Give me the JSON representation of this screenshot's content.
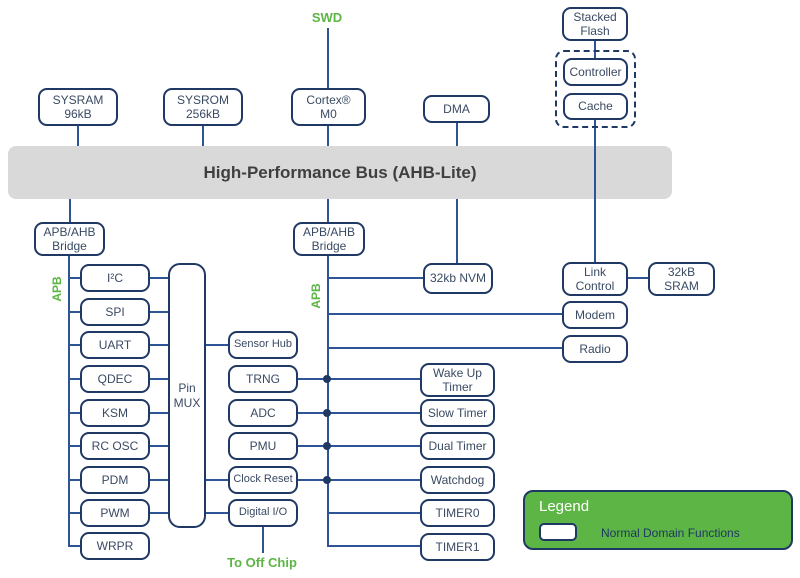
{
  "colors": {
    "accent_green": "#5cb544",
    "border_navy": "#1f3864",
    "line_blue": "#2e5496",
    "bus_fill": "#d9d9d9",
    "bus_text": "#3f3f3f"
  },
  "annotations": {
    "swd": "SWD",
    "apb_left": "APB",
    "apb_center": "APB",
    "to_off_chip": "To Off Chip"
  },
  "bus": {
    "label": "High-Performance Bus (AHB-Lite)"
  },
  "memory": {
    "sysram": "SYSRAM\n96kB",
    "sysrom": "SYSROM\n256kB"
  },
  "cpu": {
    "cortex": "Cortex®\nM0",
    "dma": "DMA"
  },
  "flash": {
    "stacked": "Stacked\nFlash",
    "controller": "Controller",
    "cache": "Cache"
  },
  "bridges": {
    "left": "APB/AHB\nBridge",
    "center": "APB/AHB\nBridge"
  },
  "radio_domain": {
    "nvm": "32kb NVM",
    "link_control": "Link\nControl",
    "sram": "32kB\nSRAM",
    "modem": "Modem",
    "radio": "Radio"
  },
  "apb_peripherals": {
    "i2c": "I²C",
    "spi": "SPI",
    "uart": "UART",
    "qdec": "QDEC",
    "ksm": "KSM",
    "rc_osc": "RC OSC",
    "pdm": "PDM",
    "pwm": "PWM",
    "wrpr": "WRPR"
  },
  "pinmux": "Pin\nMUX",
  "system_blocks": {
    "sensor_hub": "Sensor Hub",
    "trng": "TRNG",
    "adc": "ADC",
    "pmu": "PMU",
    "clock_reset": "Clock Reset",
    "digital_io": "Digital I/O"
  },
  "timers": {
    "wakeup": "Wake Up\nTimer",
    "slow": "Slow Timer",
    "dual": "Dual Timer",
    "watchdog": "Watchdog",
    "timer0": "TIMER0",
    "timer1": "TIMER1"
  },
  "legend": {
    "title": "Legend",
    "item": "Normal Domain Functions"
  }
}
